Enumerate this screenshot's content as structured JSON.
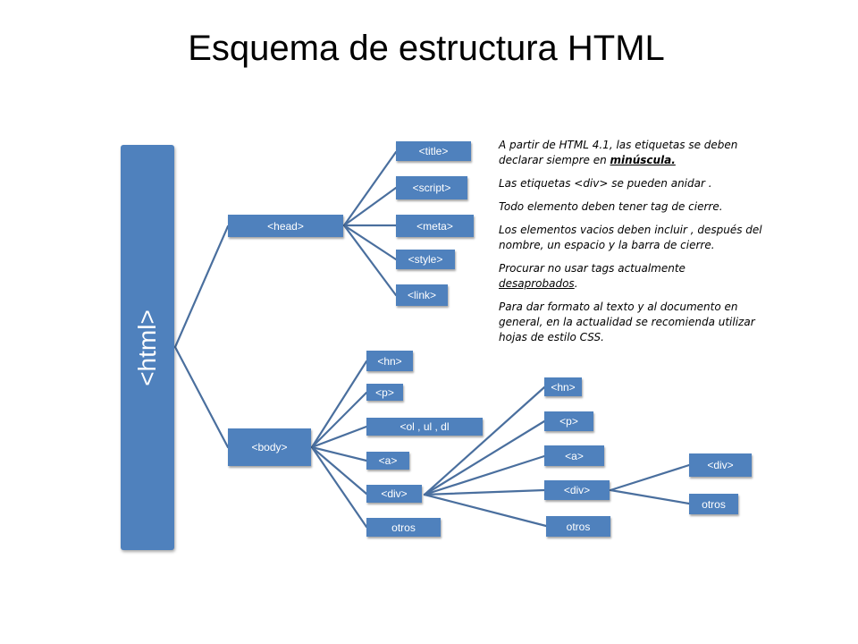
{
  "title": "Esquema de estructura HTML",
  "root_label": "<html>",
  "colors": {
    "node_fill": "#4f81bd",
    "line": "#4a6f9e",
    "text": "#ffffff"
  },
  "nodes": {
    "head": "<head>",
    "body": "<body>",
    "head_children": [
      "<title>",
      "<script>",
      "<meta>",
      "<style>",
      "<link>"
    ],
    "body_children": [
      "<hn>",
      "<p>",
      "<ol , ul , dl",
      "<a>",
      "<div>",
      "otros"
    ],
    "div_children": [
      "<hn>",
      "<p>",
      "<a>",
      "<div>",
      "otros"
    ],
    "nested_div_children": [
      "<div>",
      "otros"
    ]
  },
  "notes": {
    "n1_prefix": "A partir de HTML 4.1, las etiquetas se deben declarar siempre  en ",
    "n1_emph": "minúscula.",
    "n2": "Las etiquetas <div> se pueden anidar .",
    "n3": "Todo elemento deben tener tag de cierre.",
    "n4": "Los elementos vacios deben incluir , después del nombre, un espacio y la barra de cierre.",
    "n5_prefix": "Procurar no usar tags  actualmente ",
    "n5_emph": "desaprobados",
    "n5_suffix": ".",
    "n6": "Para dar formato al texto y al documento en general, en la actualidad se recomienda utilizar hojas de estilo CSS."
  }
}
